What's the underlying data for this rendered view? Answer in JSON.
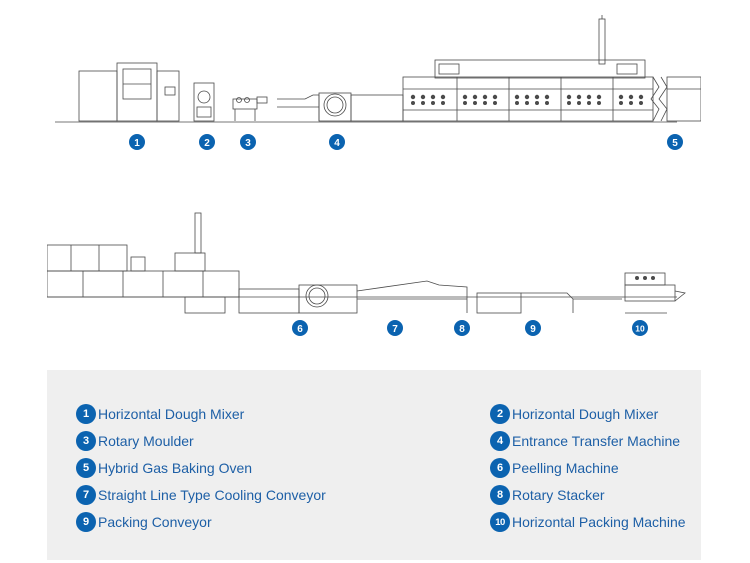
{
  "legend": [
    {
      "num": "1",
      "label": "Horizontal Dough Mixer"
    },
    {
      "num": "2",
      "label": "Horizontal Dough Mixer"
    },
    {
      "num": "3",
      "label": "Rotary Moulder"
    },
    {
      "num": "4",
      "label": "Entrance Transfer Machine"
    },
    {
      "num": "5",
      "label": "Hybrid Gas Baking Oven"
    },
    {
      "num": "6",
      "label": "Peelling Machine"
    },
    {
      "num": "7",
      "label": "Straight Line Type Cooling Conveyor"
    },
    {
      "num": "8",
      "label": "Rotary Stacker"
    },
    {
      "num": "9",
      "label": "Packing Conveyor"
    },
    {
      "num": "10",
      "label": "Horizontal Packing Machine"
    }
  ],
  "callouts": [
    "1",
    "2",
    "3",
    "4",
    "5",
    "6",
    "7",
    "8",
    "9",
    "10"
  ],
  "colors": {
    "badge": "#0b63b0",
    "label": "#1d5fa6",
    "line": "#4a4a4a",
    "legend_bg": "#efefef"
  }
}
